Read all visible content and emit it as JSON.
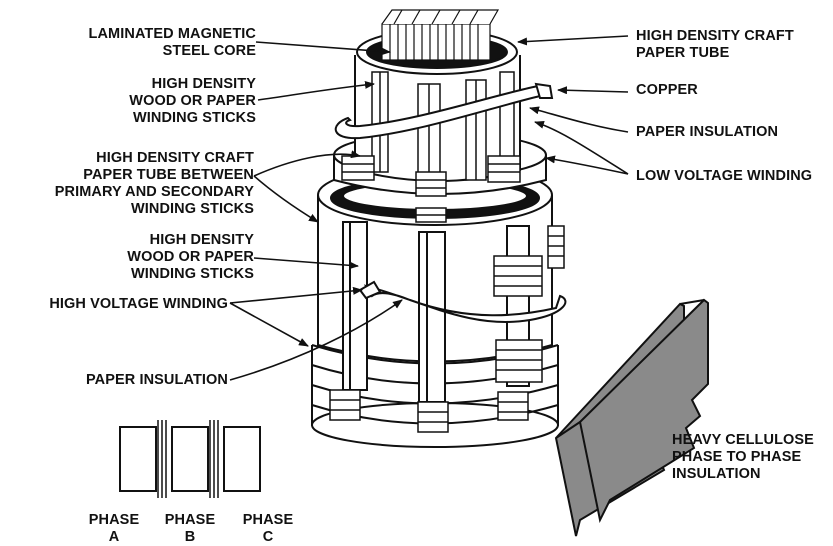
{
  "labels": {
    "core": "LAMINATED MAGNETIC\nSTEEL CORE",
    "wood_sticks_inner": "HIGH DENSITY\nWOOD OR PAPER\nWINDING STICKS",
    "craft_tube_between": "HIGH DENSITY CRAFT\nPAPER TUBE BETWEEN\nPRIMARY AND SECONDARY\nWINDING STICKS",
    "wood_sticks_outer": "HIGH DENSITY\nWOOD OR PAPER\nWINDING STICKS",
    "hv_winding": "HIGH VOLTAGE WINDING",
    "paper_insulation_left": "PAPER INSULATION",
    "craft_tube": "HIGH DENSITY CRAFT\nPAPER TUBE",
    "copper": "COPPER",
    "paper_insulation_right": "PAPER INSULATION",
    "lv_winding": "LOW VOLTAGE WINDING",
    "phase_barrier": "HEAVY CELLULOSE\nPHASE TO PHASE\nINSULATION"
  },
  "phases": [
    {
      "name": "PHASE",
      "letter": "A"
    },
    {
      "name": "PHASE",
      "letter": "B"
    },
    {
      "name": "PHASE",
      "letter": "C"
    }
  ],
  "colors": {
    "ink": "#111111",
    "paper": "#ffffff",
    "shade": "#8a8a8a",
    "light": "#e6e6e6"
  }
}
